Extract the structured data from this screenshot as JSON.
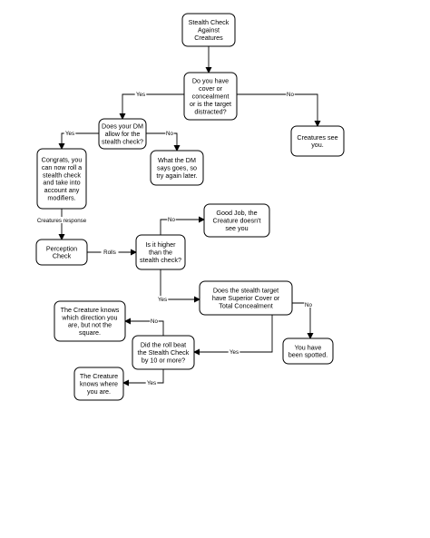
{
  "nodes": {
    "start": [
      "Stealth Check",
      "Against",
      "Creatures"
    ],
    "cover": [
      "Do you have",
      "cover or",
      "concealment",
      "or is the target",
      "distracted?"
    ],
    "dm_allow": [
      "Does your DM",
      "allow for the",
      "stealth check?"
    ],
    "creatures_see": [
      "Creatures see",
      "you."
    ],
    "congrats": [
      "Congrats, you",
      "can now roll a",
      "stealth check",
      "and take into",
      "account any",
      "modifiers."
    ],
    "dm_says": [
      "What the DM",
      "says goes, so",
      "try again later."
    ],
    "good_job": [
      "Good Job, the",
      "Creature doesn't",
      "see you"
    ],
    "perception": [
      "Perception",
      "Check"
    ],
    "higher": [
      "Is it higher",
      "than the",
      "stealth check?"
    ],
    "superior": [
      "Does the stealth target",
      "have Superior Cover or",
      "Total Concealment"
    ],
    "knows_direction": [
      "The Creature knows",
      "which direction you",
      "are, but not the",
      "square."
    ],
    "beat10": [
      "Did the roll beat",
      "the Stealth Check",
      "by 10 or more?"
    ],
    "spotted": [
      "You have",
      "been spotted."
    ],
    "knows_where": [
      "The Creature",
      "knows where",
      "you are."
    ]
  },
  "edge_labels": {
    "cover_yes": "Yes",
    "cover_no": "No",
    "dm_yes": "Yes",
    "dm_no": "No",
    "creatures_response": "Creatures response",
    "rolls": "Rolls",
    "higher_no": "No",
    "higher_yes": "Yes",
    "superior_no": "No",
    "superior_yes": "Yes",
    "beat_no": "No",
    "beat_yes": "Yes"
  }
}
